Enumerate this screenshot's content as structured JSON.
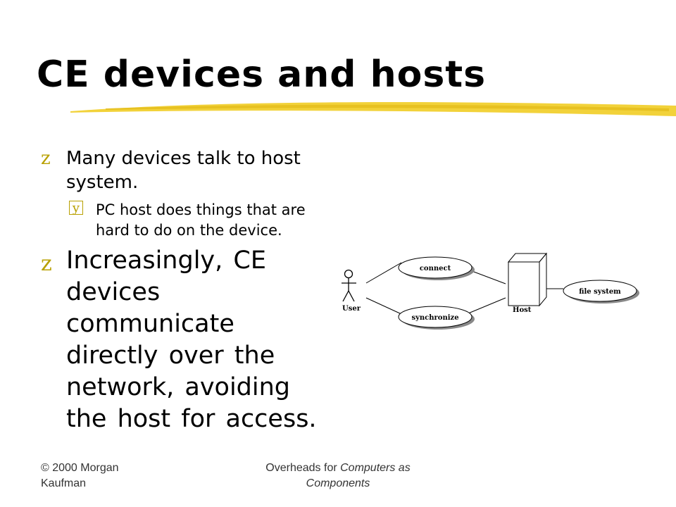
{
  "slide": {
    "title": "CE devices and hosts",
    "bullets": [
      {
        "marker": "z",
        "text": "Many devices talk to host system."
      },
      {
        "marker": "y",
        "text": "PC host does things that are hard to do on the device."
      },
      {
        "marker": "z",
        "text": "Increasingly, CE devices communicate directly over the network, avoiding the host for access."
      }
    ]
  },
  "diagram": {
    "actor": "User",
    "use_cases": [
      "connect",
      "synchronize"
    ],
    "node": "Host",
    "external": "file system"
  },
  "footer": {
    "left": "© 2000 Morgan Kaufman",
    "center_prefix": "Overheads for ",
    "center_italic": "Computers as Components"
  },
  "colors": {
    "accent": "#f2d23a",
    "bullet_marker": "#b8a000"
  }
}
